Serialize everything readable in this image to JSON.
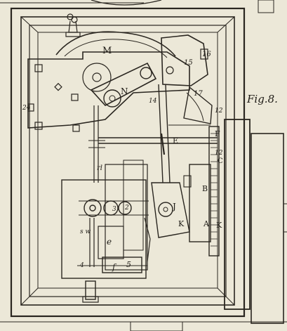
{
  "figure": {
    "caption": "Fig.8."
  },
  "labels": {
    "M": "M",
    "N": "N",
    "E": "E",
    "F": "F",
    "C": "C",
    "B": "B",
    "J": "J",
    "K1": "K",
    "K2": "K",
    "A": "A",
    "e": "e",
    "f": "f",
    "rl": "rl",
    "sw": "s w",
    "n16": "16",
    "n15": "15",
    "n17": "17",
    "n14": "14",
    "n12": "12",
    "n24": "24",
    "n5": "5",
    "n4": "4",
    "n3": "3",
    "n2": "2"
  },
  "colors": {
    "paper": "#ece8d8",
    "ink": "#2a2620"
  }
}
